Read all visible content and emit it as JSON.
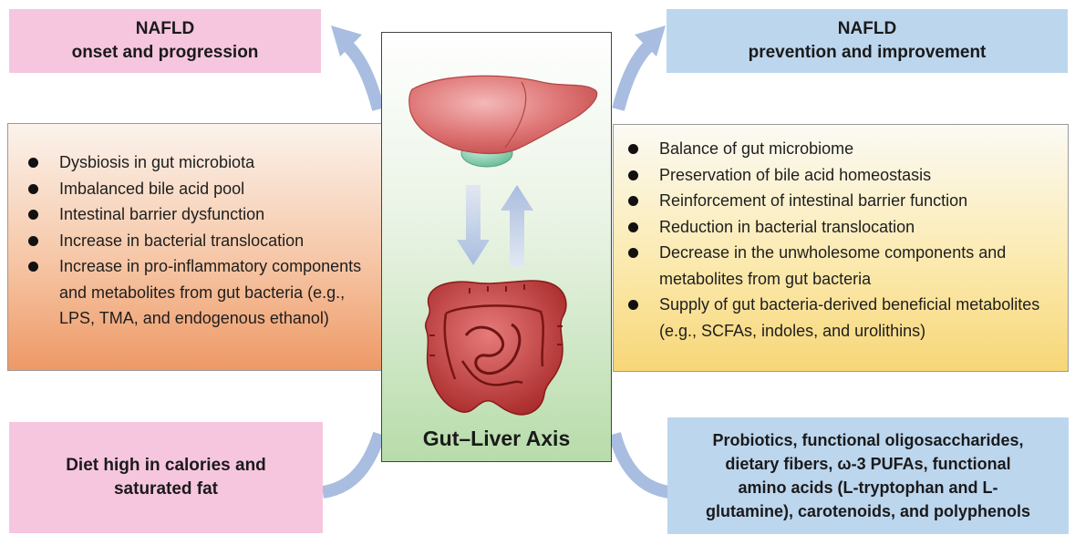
{
  "top_left": {
    "line1": "NAFLD",
    "line2": "onset and progression"
  },
  "top_right": {
    "line1": "NAFLD",
    "line2": "prevention and improvement"
  },
  "left_panel": {
    "items": [
      "Dysbiosis in gut microbiota",
      "Imbalanced bile acid pool",
      "Intestinal barrier dysfunction",
      "Increase in bacterial translocation",
      "Increase in pro-inflammatory components and metabolites from gut bacteria (e.g., LPS, TMA, and endogenous ethanol)"
    ]
  },
  "right_panel": {
    "items": [
      "Balance of gut microbiome",
      "Preservation of bile acid homeostasis",
      "Reinforcement of intestinal barrier function",
      "Reduction in bacterial translocation",
      "Decrease in the unwholesome components and metabolites from gut bacteria",
      "Supply of gut bacteria-derived beneficial metabolites (e.g., SCFAs, indoles, and urolithins)"
    ]
  },
  "center": {
    "label": "Gut–Liver Axis"
  },
  "bottom_left": {
    "line1": "Diet high in calories and",
    "line2": "saturated fat"
  },
  "bottom_right": {
    "lines": [
      "Probiotics, functional oligosaccharides,",
      "dietary fibers, ω-3 PUFAs, functional",
      "amino acids (L-tryptophan and L-",
      "glutamine), carotenoids, and polyphenols"
    ]
  },
  "colors": {
    "pink_box": "#f6c6df",
    "blue_box": "#bcd6ee",
    "arrow": "#a8bde0",
    "liver": "#d96a6a",
    "intestine": "#b52a2a",
    "gallbladder": "#7fc9a8"
  }
}
